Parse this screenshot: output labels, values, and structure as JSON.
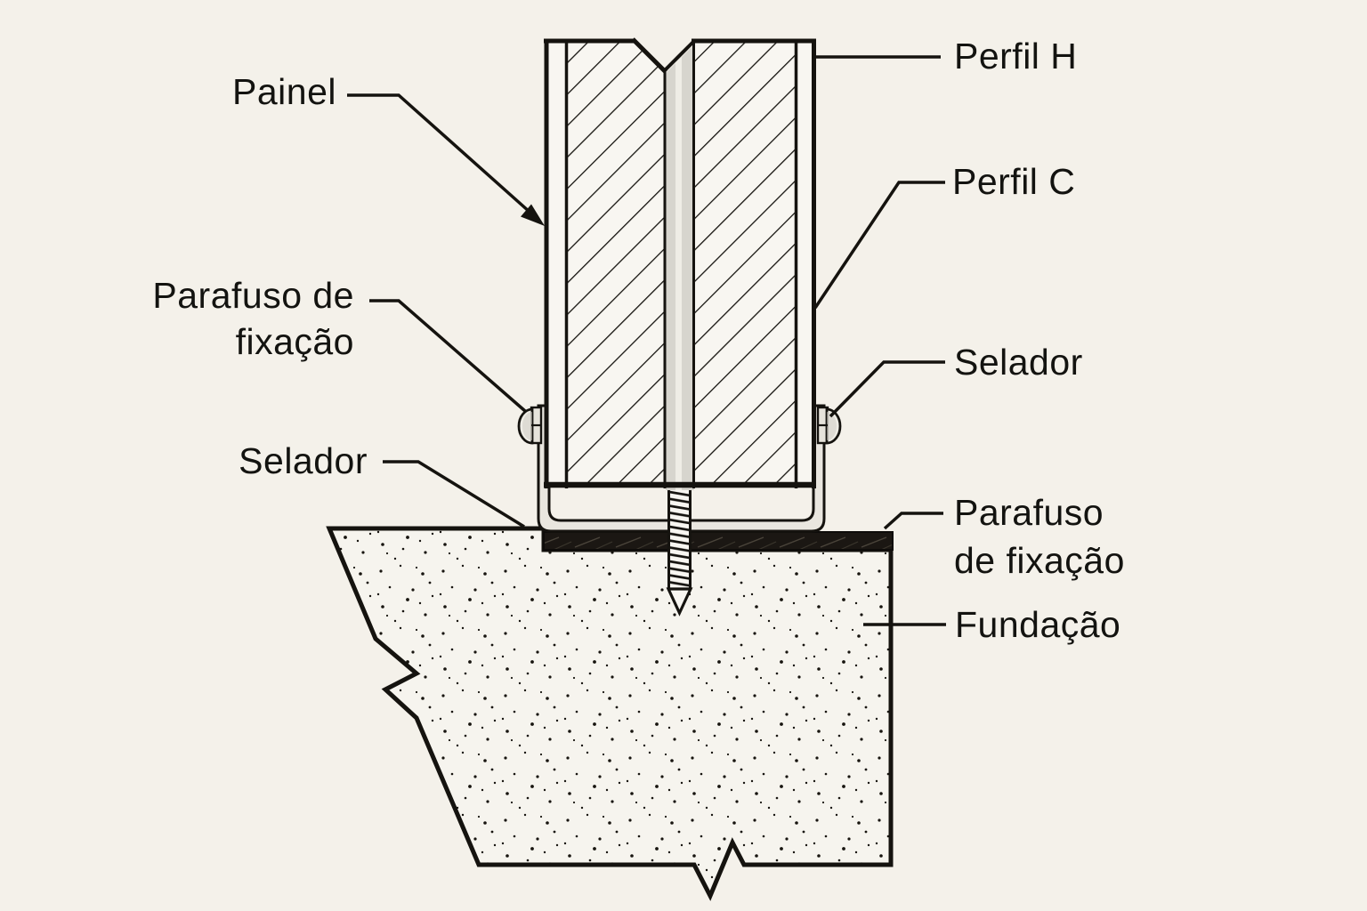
{
  "diagram": {
    "type": "technical-construction-detail",
    "labels": {
      "painel": "Painel",
      "perfil_h": "Perfil H",
      "perfil_c": "Perfil C",
      "parafuso_left_line1": "Parafuso de",
      "parafuso_left_line2": "fixação",
      "selador_left": "Selador",
      "selador_right": "Selador",
      "parafuso_right_line1": "Parafuso",
      "parafuso_right_line2": "de fixação",
      "fundacao": "Fundação"
    },
    "colors": {
      "background": "#f4f1ea",
      "line": "#15130f",
      "text": "#131310",
      "panel_fill": "#f8f6f1",
      "joint_gray": "#d7d5ce",
      "joint_highlight": "#efede6",
      "profile_fill": "#e9e6df",
      "screw_metal": "#e6e3db",
      "sealant": "#1b1713",
      "foundation_fill": "#f6f4ee"
    }
  }
}
